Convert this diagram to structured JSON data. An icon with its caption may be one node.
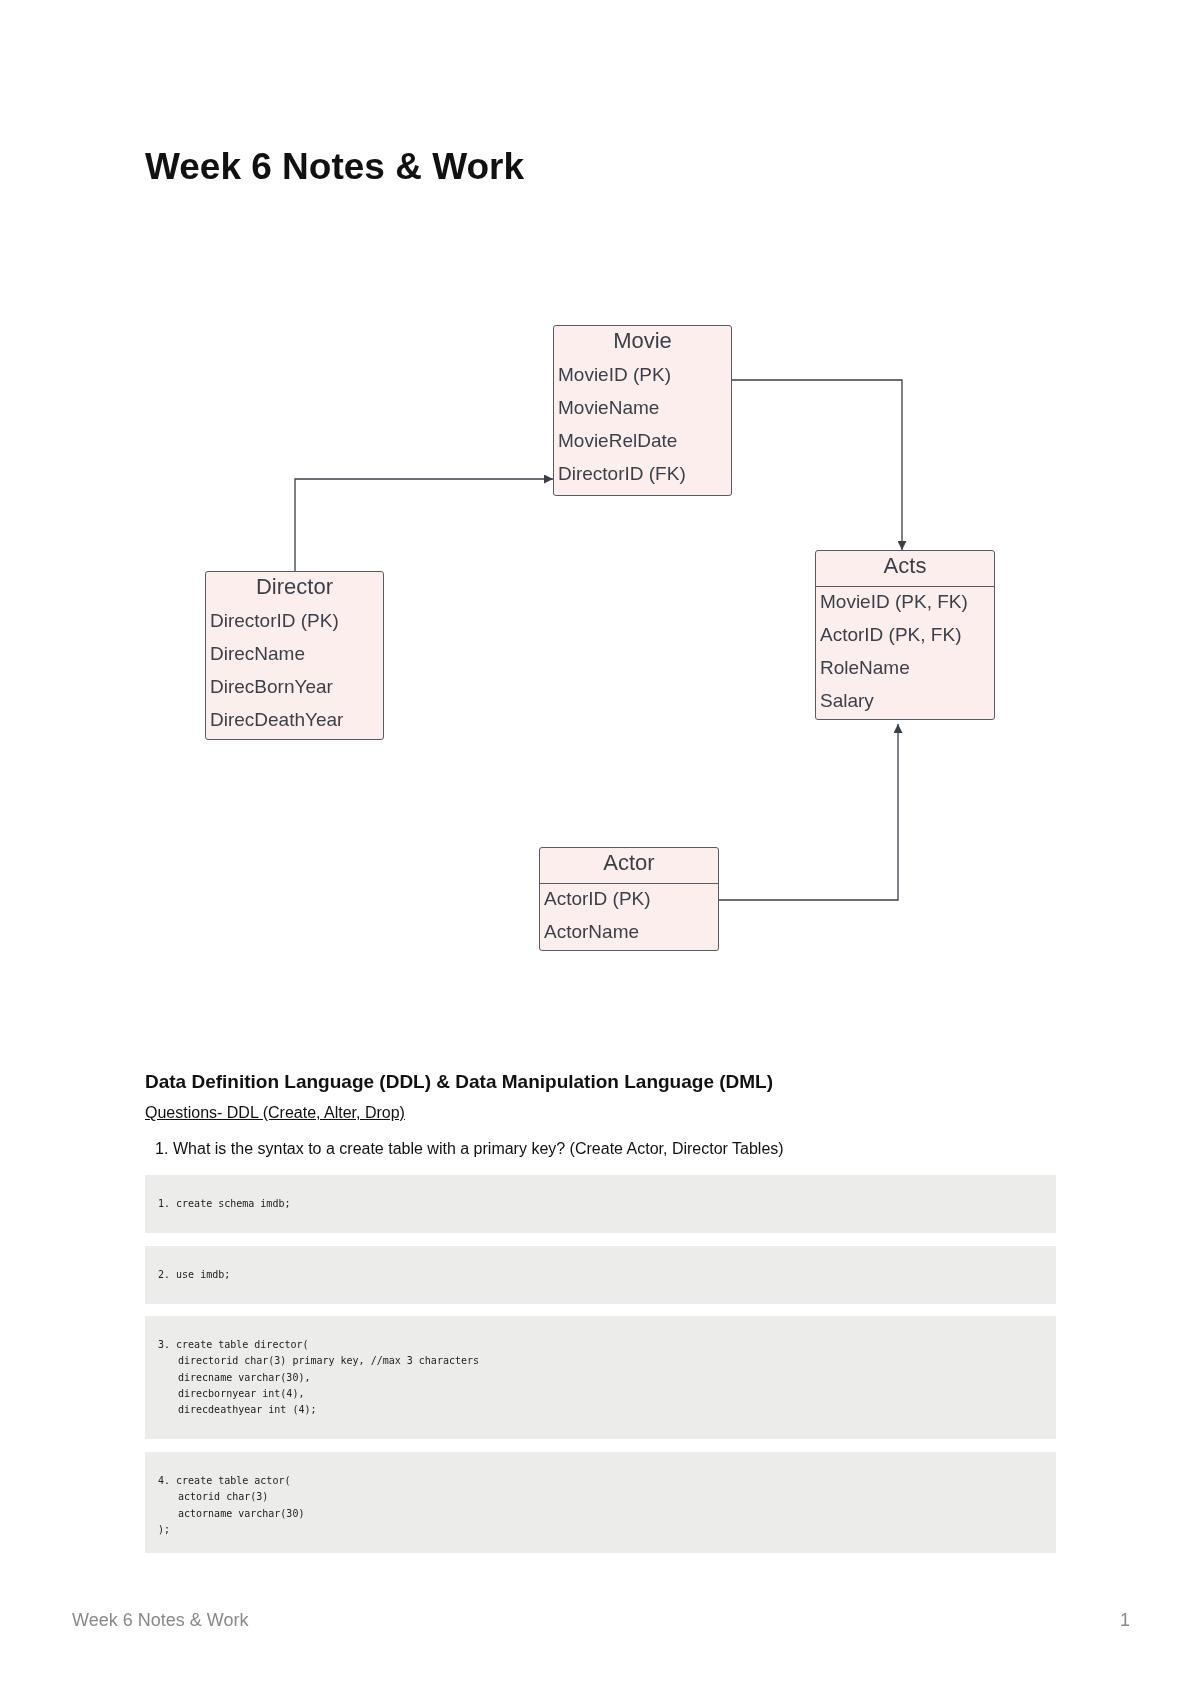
{
  "diagram": {
    "title": "Week 6 Notes & Work",
    "nodes": [
      {
        "text": [
          "Movie",
          "MovieID (PK)",
          "MovieName",
          "MovieRelDate",
          "DirectorID (FK)"
        ]
      },
      {
        "text": [
          "Director",
          "DirectorID (PK)",
          "DirecName",
          "DirecBornYear",
          "DirecDeathYear"
        ]
      },
      {
        "text": [
          "Acts",
          "MovieID (PK, FK)",
          "ActorID (PK, FK)",
          "RoleName",
          "Salary"
        ]
      },
      {
        "text": [
          "Actor",
          "ActorID (PK)",
          "ActorName"
        ]
      }
    ],
    "edges": [
      {
        "from": 1,
        "to": 0,
        "arrow": "to"
      },
      {
        "from": 0,
        "to": 2,
        "arrow": "to"
      },
      {
        "from": 3,
        "to": 2,
        "arrow": "to"
      }
    ],
    "labels": [
      "Data Definition Language (DDL) & Data Manipulation Language (DML)",
      "Questions- DDL (Create, Alter, Drop)",
      "1.",
      "What is the syntax to a create table with a primary key? (Create Actor, Director Tables)",
      "1. create schema imdb;",
      "2. use imdb;",
      "3. create table director(",
      "directorid char(3) primary key, //max 3 characters",
      "direcname varchar(30),",
      "direcbornyear int(4),",
      "direcdeathyear int (4);",
      "4. create table actor(",
      "actorid char(3)",
      "actorname varchar(30)",
      ");",
      "Week 6 Notes & Work",
      "1"
    ]
  }
}
